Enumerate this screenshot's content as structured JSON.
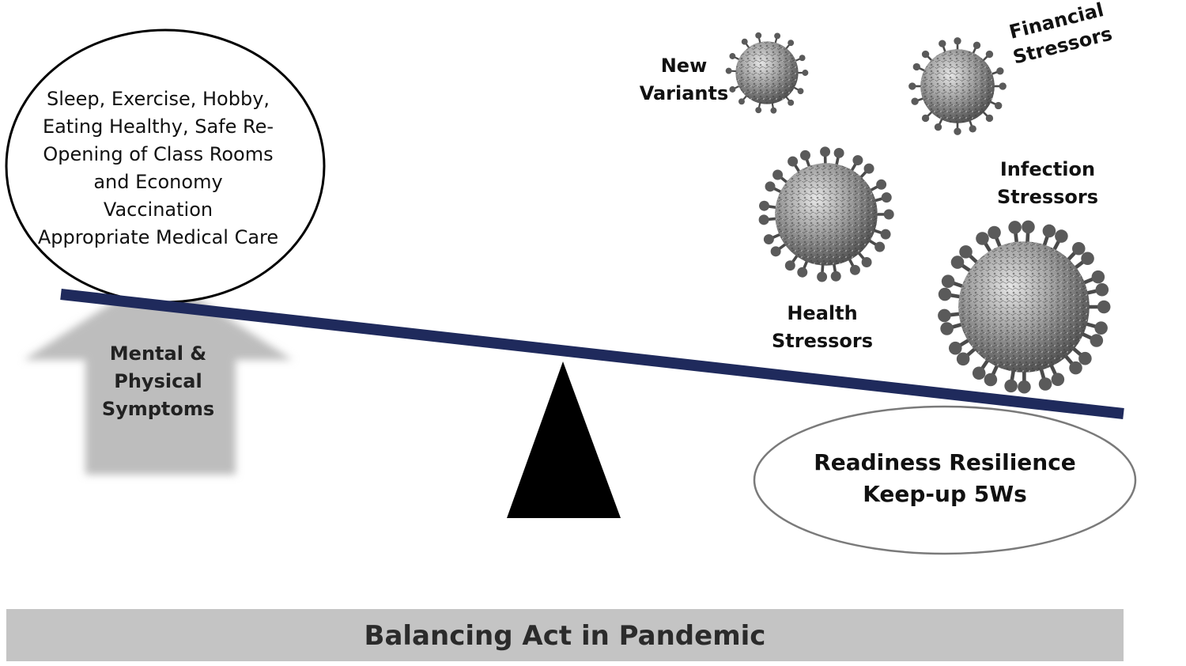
{
  "diagram": {
    "support_items": [
      "Sleep, Exercise, Hobby,",
      "Eating Healthy, Safe Re-",
      "Opening of Class Rooms",
      "and Economy",
      "Vaccination",
      "Appropriate Medical Care"
    ],
    "symptoms": [
      "Mental &",
      "Physical",
      "Symptoms"
    ],
    "stressors": {
      "new_variants": [
        "New",
        "Variants"
      ],
      "financial": [
        "Financial",
        "Stressors"
      ],
      "infection": [
        "Infection",
        "Stressors"
      ],
      "health": [
        "Health",
        "Stressors"
      ]
    },
    "resilience": [
      "Readiness Resilience",
      "Keep-up 5Ws"
    ],
    "footer_title": "Balancing Act in Pandemic",
    "colors": {
      "beam": "#1f2a5c",
      "fulcrum": "#000000",
      "arrow": "#bdbdbd",
      "footer_bar": "#c4c4c4",
      "virus": "#8a8a8a"
    },
    "icons": {
      "virus": "coronavirus-icon",
      "arrow": "up-arrow-icon",
      "fulcrum": "triangle-fulcrum-icon"
    }
  }
}
